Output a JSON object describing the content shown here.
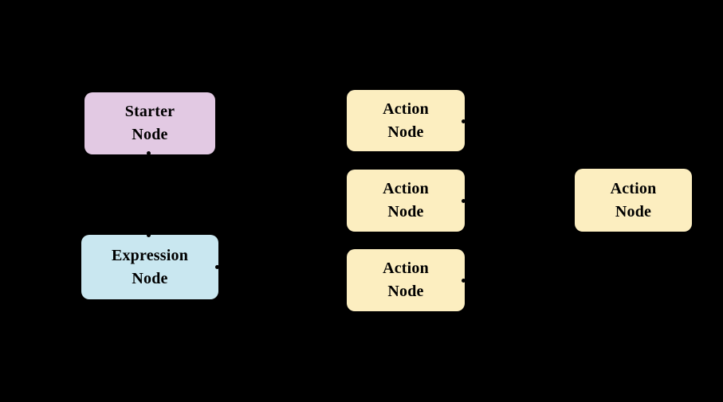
{
  "diagram": {
    "background_color": "#000000",
    "node_text_color": "#000000",
    "nodes": [
      {
        "id": "starter",
        "label": "Starter\nNode",
        "fill": "#E2C9E3"
      },
      {
        "id": "expression",
        "label": "Expression\nNode",
        "fill": "#C9E7F0"
      },
      {
        "id": "action-1",
        "label": "Action\nNode",
        "fill": "#FCEEC0"
      },
      {
        "id": "action-2",
        "label": "Action\nNode",
        "fill": "#FCEEC0"
      },
      {
        "id": "action-3",
        "label": "Action\nNode",
        "fill": "#FCEEC0"
      },
      {
        "id": "action-4",
        "label": "Action\nNode",
        "fill": "#FCEEC0"
      }
    ],
    "edge_color": "#000000"
  }
}
